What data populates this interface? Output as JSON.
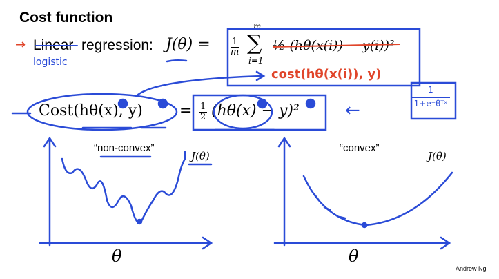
{
  "title": "Cost function",
  "line1": {
    "arrow": "→",
    "struck_word": "Linear",
    "rest": "regression:",
    "annotation": "logistic",
    "lhs": "J(θ) =",
    "frac_num": "1",
    "frac_den": "m",
    "sum_top": "m",
    "sum_sym": "∑",
    "sum_bottom": "i=1",
    "struck_term": "½ (hθ(x(i)) − y(i))²",
    "replacement": "cost(hθ(x(i)), y)"
  },
  "line2": {
    "lhs": "Cost(hθ(x), y)",
    "eq": "=",
    "half_num": "1",
    "half_den": "2",
    "rhs": "(hθ(x) − y)²",
    "arrow": "←",
    "sigmoid_num": "1",
    "sigmoid_den": "1+e⁻θᵀˣ"
  },
  "left_plot": {
    "label": "“non-convex”",
    "ylabel": "J(θ)",
    "xlabel": "θ"
  },
  "right_plot": {
    "label": "“convex”",
    "ylabel": "J(θ)",
    "xlabel": "θ"
  },
  "footer": "Andrew Ng",
  "colors": {
    "blue_ink": "#2a4bd7",
    "red_ink": "#e0452a"
  }
}
